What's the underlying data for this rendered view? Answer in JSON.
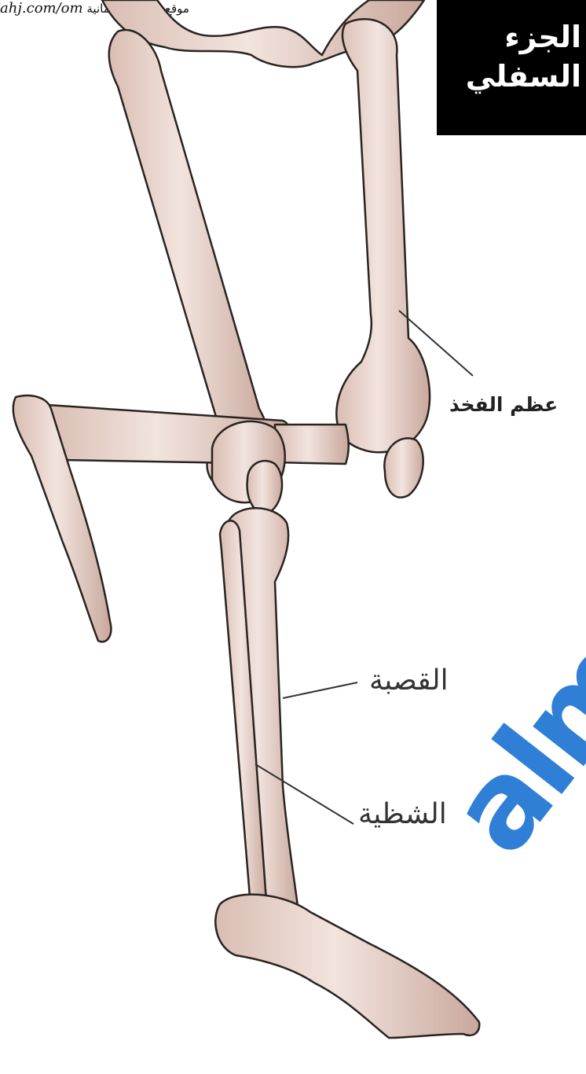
{
  "header": {
    "site_caption_url": "ahj.com/om",
    "site_caption_text": "موقع المناهج العمانية",
    "title_line1": "الجزء",
    "title_line2": "السفلي"
  },
  "labels": {
    "femur": "عظم الفخذ",
    "tibia": "القصبة",
    "fibula": "الشظية"
  },
  "watermark": "alman",
  "colors": {
    "bone": "#ecd9d2",
    "bone_shadow": "#c9a89d",
    "outline": "#2a2420",
    "watermark": "#2f7fd6",
    "title_bg": "#000000",
    "title_fg": "#ffffff"
  }
}
